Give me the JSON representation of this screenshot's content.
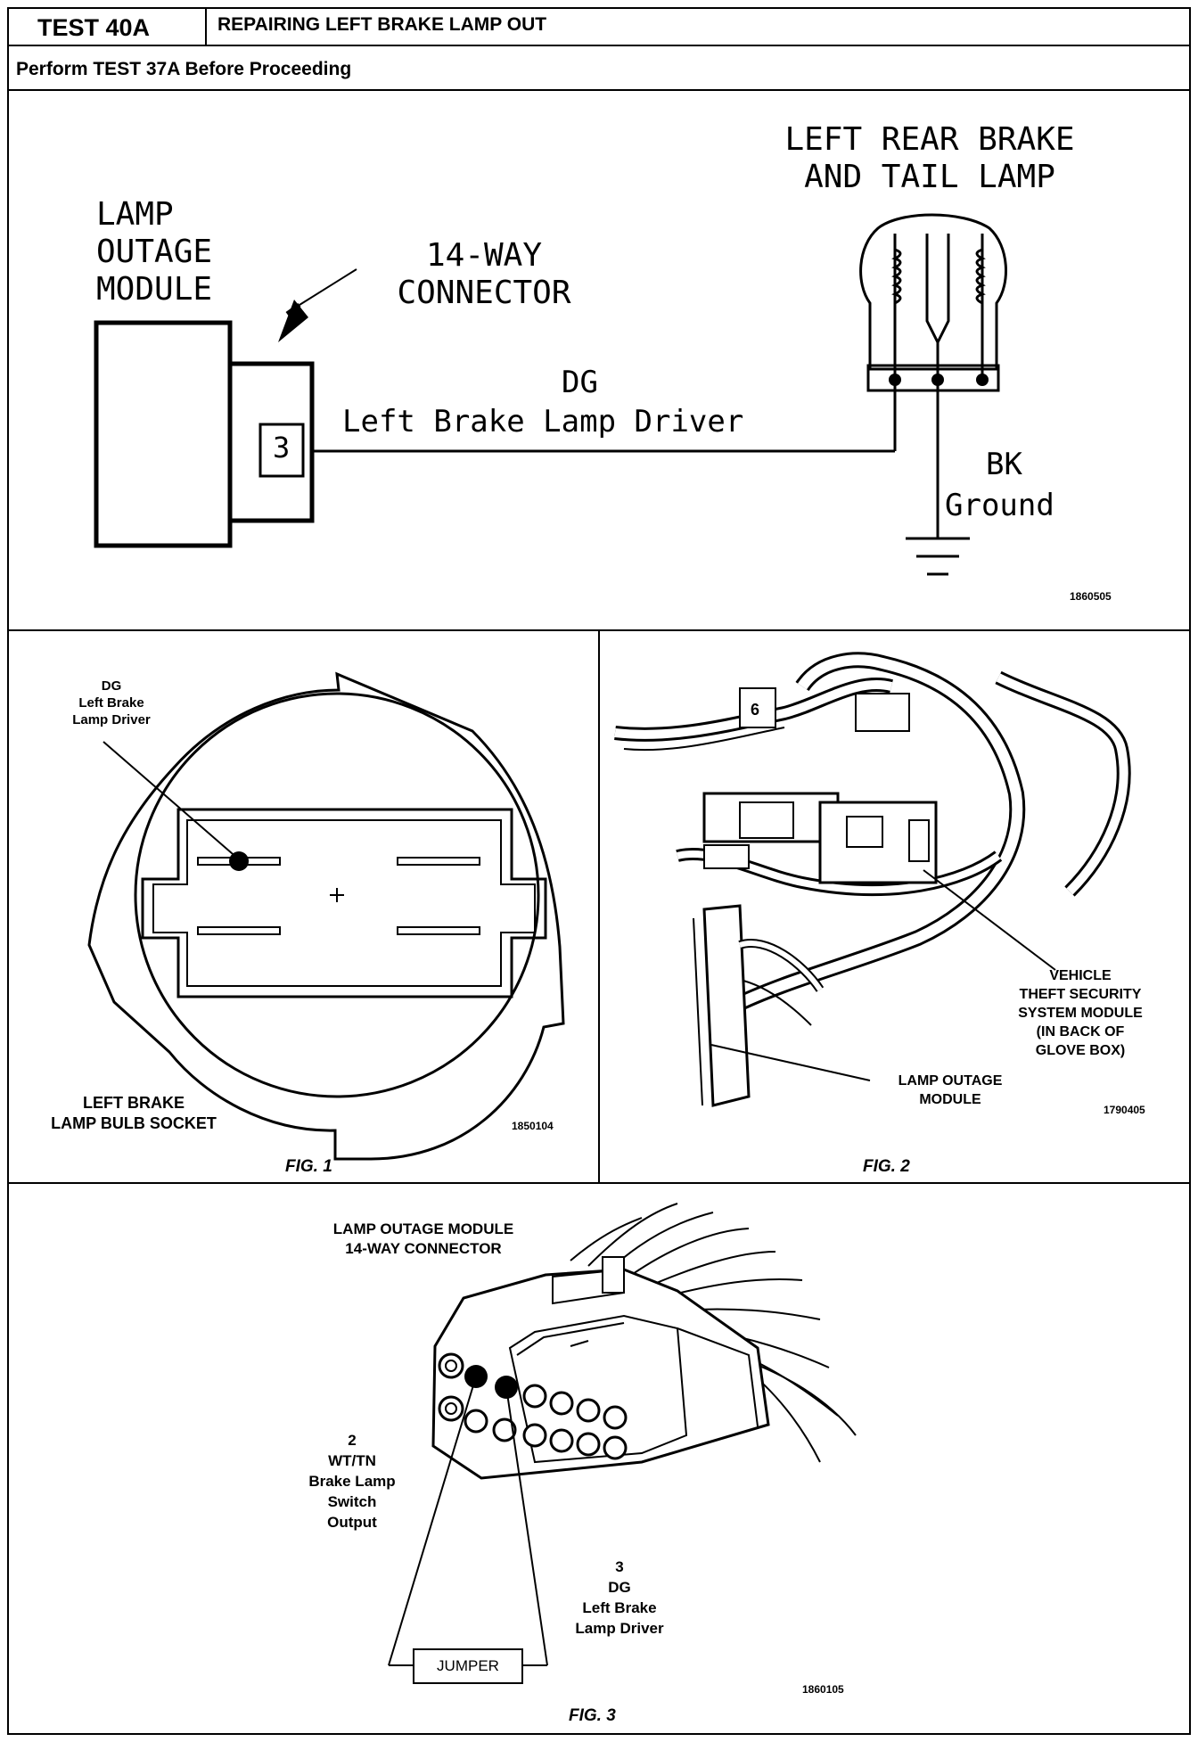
{
  "header": {
    "test_id": "TEST 40A",
    "title": "REPAIRING LEFT BRAKE LAMP OUT",
    "prerequisite": "Perform TEST 37A Before Proceeding"
  },
  "schematic": {
    "module_label": "LAMP\nOUTAGE\nMODULE",
    "connector_label": "14-WAY\nCONNECTOR",
    "pin_number": "3",
    "wire_color": "DG",
    "wire_name": "Left Brake Lamp Driver",
    "lamp_label": "LEFT REAR BRAKE\nAND TAIL LAMP",
    "ground_color": "BK",
    "ground_name": "Ground",
    "figure_id": "1860505"
  },
  "fig1": {
    "wire_label": "DG\nLeft Brake\nLamp Driver",
    "socket_label": "LEFT BRAKE\nLAMP BULB SOCKET",
    "figure_id": "1850104",
    "caption": "FIG. 1"
  },
  "fig2": {
    "vtss_label": "VEHICLE\nTHEFT SECURITY\nSYSTEM MODULE\n(IN BACK OF\nGLOVE BOX)",
    "lom_label": "LAMP OUTAGE\nMODULE",
    "figure_id": "1790405",
    "caption": "FIG. 2"
  },
  "fig3": {
    "connector_label": "LAMP OUTAGE MODULE\n14-WAY CONNECTOR",
    "pin2_label": "2\nWT/TN\nBrake Lamp\nSwitch\nOutput",
    "pin3_label": "3\nDG\nLeft Brake\nLamp Driver",
    "jumper_label": "JUMPER",
    "figure_id": "1860105",
    "caption": "FIG. 3"
  }
}
